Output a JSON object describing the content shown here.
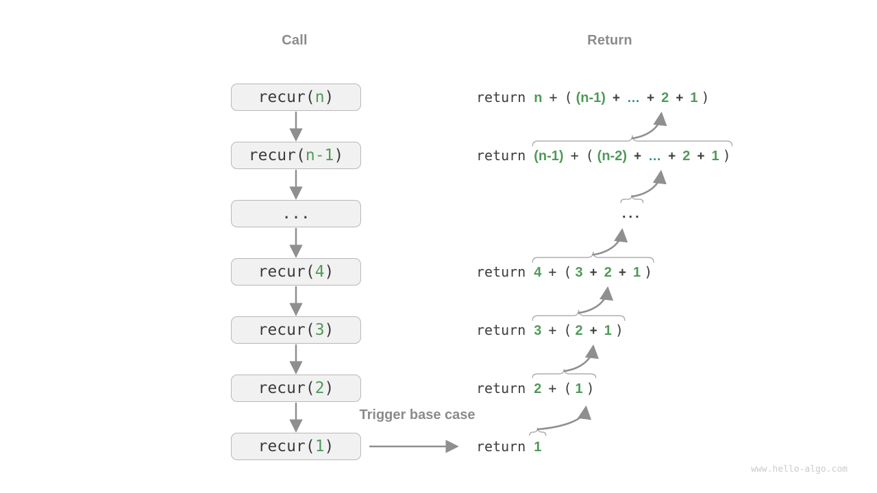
{
  "headers": {
    "call": "Call",
    "return": "Return"
  },
  "labels": {
    "trigger_base_case": "Trigger base case"
  },
  "watermark": "www.hello-algo.com",
  "colors": {
    "green": "#4E9A58",
    "teal": "#2E9490",
    "dark": "#3C3C3C",
    "gray_label": "#8B8B8B",
    "arrow": "#8F8F8F",
    "brace": "#ADADAD",
    "box_fill": "#F1F1F1",
    "box_border": "#B7B7B7"
  },
  "icons": {
    "down_arrow": "down-arrow-icon",
    "right_arrow": "right-arrow-icon",
    "curved_return_arrow": "curved-return-arrow-icon",
    "overbrace": "overbrace"
  },
  "call_boxes": [
    {
      "prefix": "recur(",
      "arg": "n",
      "suffix": ")"
    },
    {
      "prefix": "recur(",
      "arg": "n-1",
      "suffix": ")"
    },
    {
      "text": "..."
    },
    {
      "prefix": "recur(",
      "arg": "4",
      "suffix": ")"
    },
    {
      "prefix": "recur(",
      "arg": "3",
      "suffix": ")"
    },
    {
      "prefix": "recur(",
      "arg": "2",
      "suffix": ")"
    },
    {
      "prefix": "recur(",
      "arg": "1",
      "suffix": ")"
    }
  ],
  "return_rows": [
    {
      "segments": [
        {
          "t": "return",
          "r": "keyword"
        },
        {
          "t": "n",
          "r": "operand"
        },
        {
          "t": "+",
          "r": "plus"
        },
        {
          "t": "(",
          "r": "paren"
        },
        {
          "t": "(n-1)",
          "r": "inner-green"
        },
        {
          "t": "+",
          "r": "inner-dark"
        },
        {
          "t": "…",
          "r": "inner-ellipsis"
        },
        {
          "t": "+",
          "r": "inner-dark"
        },
        {
          "t": "2",
          "r": "inner-green"
        },
        {
          "t": "+",
          "r": "inner-dark"
        },
        {
          "t": "1",
          "r": "inner-green"
        },
        {
          "t": ")",
          "r": "paren"
        }
      ],
      "brace": false
    },
    {
      "segments": [
        {
          "t": "return",
          "r": "keyword"
        },
        {
          "t": "(n-1)",
          "r": "operand"
        },
        {
          "t": "+",
          "r": "plus"
        },
        {
          "t": "(",
          "r": "paren"
        },
        {
          "t": "(n-2)",
          "r": "inner-green"
        },
        {
          "t": "+",
          "r": "inner-dark"
        },
        {
          "t": "…",
          "r": "inner-ellipsis"
        },
        {
          "t": "+",
          "r": "inner-dark"
        },
        {
          "t": "2",
          "r": "inner-green"
        },
        {
          "t": "+",
          "r": "inner-dark"
        },
        {
          "t": "1",
          "r": "inner-green"
        },
        {
          "t": ")",
          "r": "paren"
        }
      ],
      "brace": true
    },
    {
      "segments": [
        {
          "t": "...",
          "r": "dots"
        }
      ],
      "brace": true
    },
    {
      "segments": [
        {
          "t": "return",
          "r": "keyword"
        },
        {
          "t": "4",
          "r": "operand"
        },
        {
          "t": "+",
          "r": "plus"
        },
        {
          "t": "(",
          "r": "paren"
        },
        {
          "t": "3",
          "r": "inner-green"
        },
        {
          "t": "+",
          "r": "inner-dark"
        },
        {
          "t": "2",
          "r": "inner-green"
        },
        {
          "t": "+",
          "r": "inner-dark"
        },
        {
          "t": "1",
          "r": "inner-green"
        },
        {
          "t": ")",
          "r": "paren"
        }
      ],
      "brace": true
    },
    {
      "segments": [
        {
          "t": "return",
          "r": "keyword"
        },
        {
          "t": "3",
          "r": "operand"
        },
        {
          "t": "+",
          "r": "plus"
        },
        {
          "t": "(",
          "r": "paren"
        },
        {
          "t": "2",
          "r": "inner-green"
        },
        {
          "t": "+",
          "r": "inner-dark"
        },
        {
          "t": "1",
          "r": "inner-green"
        },
        {
          "t": ")",
          "r": "paren"
        }
      ],
      "brace": true
    },
    {
      "segments": [
        {
          "t": "return",
          "r": "keyword"
        },
        {
          "t": "2",
          "r": "operand"
        },
        {
          "t": "+",
          "r": "plus"
        },
        {
          "t": "(",
          "r": "paren"
        },
        {
          "t": "1",
          "r": "inner-green"
        },
        {
          "t": ")",
          "r": "paren"
        }
      ],
      "brace": true
    },
    {
      "segments": [
        {
          "t": "return",
          "r": "keyword"
        },
        {
          "t": "1",
          "r": "operand"
        }
      ],
      "brace": true
    }
  ]
}
